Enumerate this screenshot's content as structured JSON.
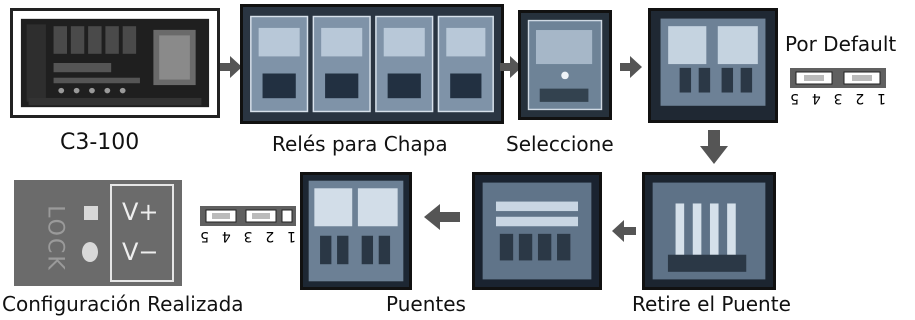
{
  "steps": {
    "board": "C3-100",
    "relays": "Relés para Chapa",
    "select": "Seleccione",
    "default": "Por Default",
    "remove": "Retire el Puente",
    "bridges": "Puentes",
    "done": "Configuración Realizada"
  },
  "jumper_pins": [
    "5",
    "4",
    "3",
    "2",
    "1"
  ],
  "lock_panel": {
    "side_text": "LOCK",
    "v_plus": "V+",
    "v_minus": "V−"
  },
  "colors": {
    "arrow": "#555555",
    "photo_blue": "#9fb4c9",
    "photo_dark": "#1d2733"
  }
}
